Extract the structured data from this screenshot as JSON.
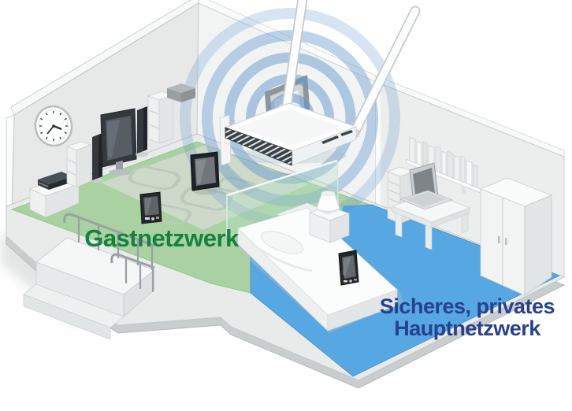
{
  "zones": [
    {
      "id": "guest",
      "label": "Gastnetzwerk",
      "label_color": "#15813f",
      "floor_color": "#a9d1a1",
      "devices": [
        "smartphone",
        "tablet"
      ],
      "room_items": [
        "wall-clock",
        "tv",
        "speakers",
        "shelves",
        "media-console",
        "carpet",
        "stairs"
      ]
    },
    {
      "id": "private",
      "label": "Sicheres, privates Hauptnetzwerk",
      "label_lines": [
        "Sicheres, privates",
        "Hauptnetzwerk"
      ],
      "label_color": "#28418c",
      "floor_color": "#57a7e3",
      "devices": [
        "smartphone",
        "laptop"
      ],
      "room_items": [
        "bed",
        "nightstand",
        "lamp",
        "desk",
        "drawer-unit",
        "wall-bookshelf",
        "wardrobe"
      ]
    }
  ],
  "router": {
    "name": "wifi-router",
    "antenna_count": 2,
    "signal_color": "#6496cc"
  },
  "partition": {
    "glass_color": "#b7e0c9"
  }
}
